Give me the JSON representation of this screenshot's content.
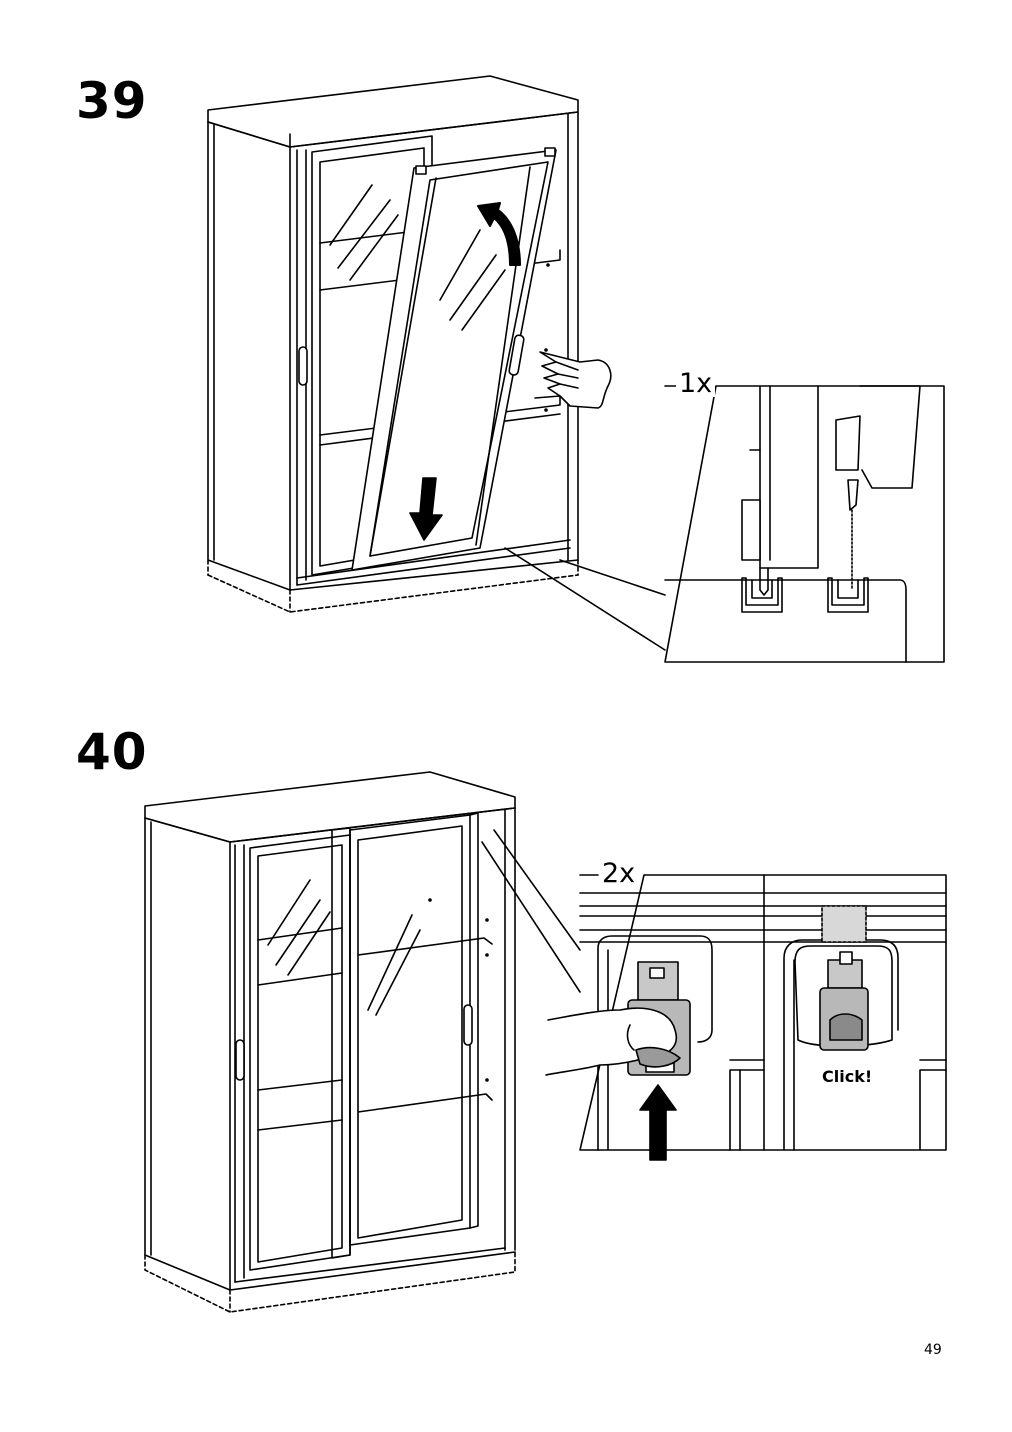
{
  "steps": [
    {
      "number": "39",
      "detail_quantity": "1x"
    },
    {
      "number": "40",
      "detail_quantity": "2x",
      "detail_caption": "Click!"
    }
  ],
  "page_number": "49",
  "icons": [
    "cabinet-illustration",
    "door-tilt-arrow-icon",
    "door-down-arrow-icon",
    "pointing-hand-icon",
    "track-detail",
    "thumb-press-hand-icon",
    "up-arrow-icon",
    "latch-clip-icon"
  ]
}
